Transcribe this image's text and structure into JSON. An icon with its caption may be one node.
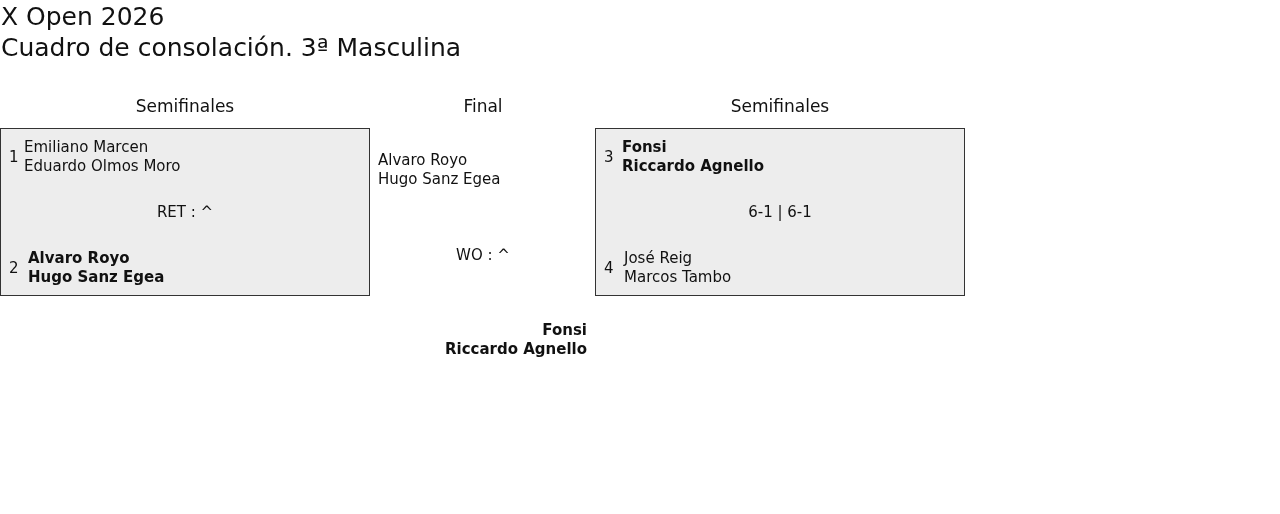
{
  "diagram": {
    "title": "X Open 2026",
    "nodes": [
      {
        "text": [
          "1",
          "Emiliano Marcen",
          "Eduardo Olmos Moro",
          "RET : ^",
          "2",
          "**Alvaro Royo**",
          "**Hugo Sanz Egea**"
        ]
      },
      {
        "text": [
          "3",
          "**Fonsi**",
          "**Riccardo Agnello**",
          "6-1 | 6-1",
          "4",
          "José Reig",
          "Marcos Tambo"
        ]
      }
    ],
    "edges": [],
    "labels": [
      "Cuadro de consolación. 3ª Masculina",
      "Semifinales",
      "Final",
      "Semifinales",
      "Alvaro Royo",
      "Hugo Sanz Egea",
      "WO : ^",
      "**Fonsi**",
      "**Riccardo Agnello**"
    ]
  }
}
